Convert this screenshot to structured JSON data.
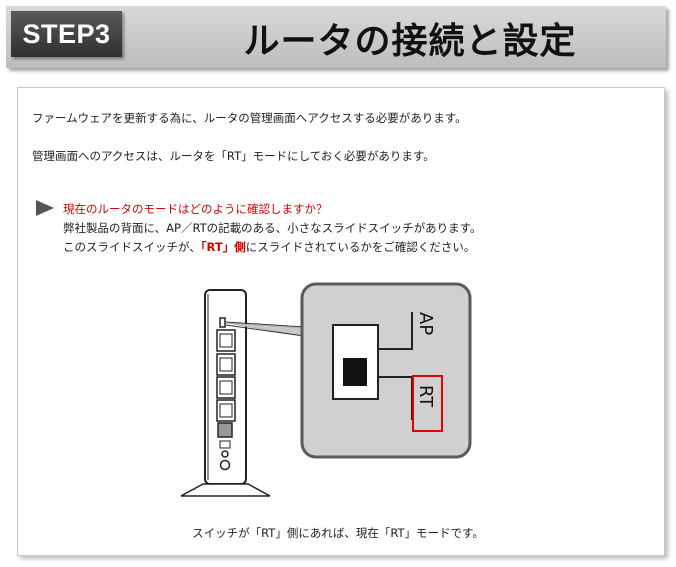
{
  "header": {
    "step_label": "STEP3",
    "title": "ルータの接続と設定"
  },
  "body": {
    "para1": "ファームウェアを更新する為に、ルータの管理画面へアクセスする必要があります。",
    "para2": "管理画面へのアクセスは、ルータを「RT」モードにしておく必要があります。",
    "question": "現在のルータのモードはどのように確認しますか？",
    "answer_line1": "弊社製品の背面に、AP／RTの記載のある、小さなスライドスイッチがあります。",
    "answer_line2_prefix": "このスライドスイッチが、",
    "answer_line2_highlight": "「RT」側",
    "answer_line2_suffix": "にスライドされているかをご確認ください。"
  },
  "diagram": {
    "label_ap": "AP",
    "label_rt": "RT",
    "highlight_color": "#e00000"
  },
  "caption": "スイッチが「RT」側にあれば、現在「RT」モードです。",
  "colors": {
    "header_bg": "#c8c8c8",
    "badge_bg": "#3a3a3a",
    "question_text": "#d40000",
    "zoom_panel": "#d0d0d0"
  }
}
